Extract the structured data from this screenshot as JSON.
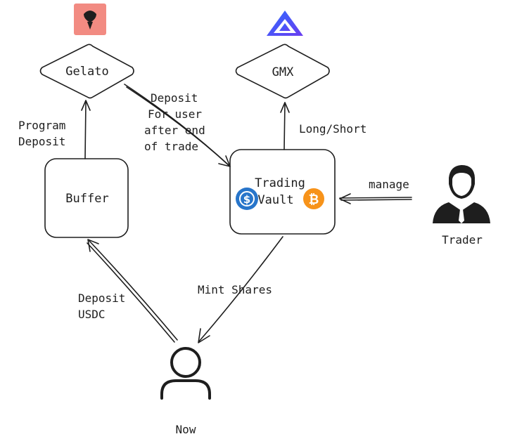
{
  "nodes": {
    "gelato": "Gelato",
    "gmx": "GMX",
    "buffer": "Buffer",
    "vault_line1": "Trading",
    "vault_line2": "Vault",
    "trader": "Trader",
    "user": "Now"
  },
  "edges": {
    "program_deposit_line1": "Program",
    "program_deposit_line2": "Deposit",
    "deposit_for_user_line1": "Deposit",
    "deposit_for_user_line2": "For user",
    "deposit_for_user_line3": "after end",
    "deposit_for_user_line4": "of trade",
    "long_short": "Long/Short",
    "manage": "manage",
    "mint_shares": "Mint Shares",
    "deposit_usdc_line1": "Deposit",
    "deposit_usdc_line2": "USDC"
  },
  "icons": {
    "gelato_logo": "gelato-logo-icon",
    "gmx_logo": "gmx-logo-icon",
    "usdc_coin": "usdc-coin-icon",
    "bitcoin_coin": "bitcoin-coin-icon",
    "trader_avatar": "businessman-icon",
    "user_avatar": "user-outline-icon"
  },
  "colors": {
    "gelato_bg": "#f28b82",
    "gmx_gradient_start": "#2f6bff",
    "gmx_gradient_end": "#6a3df0",
    "usdc": "#2775ca",
    "bitcoin": "#f7931a"
  }
}
